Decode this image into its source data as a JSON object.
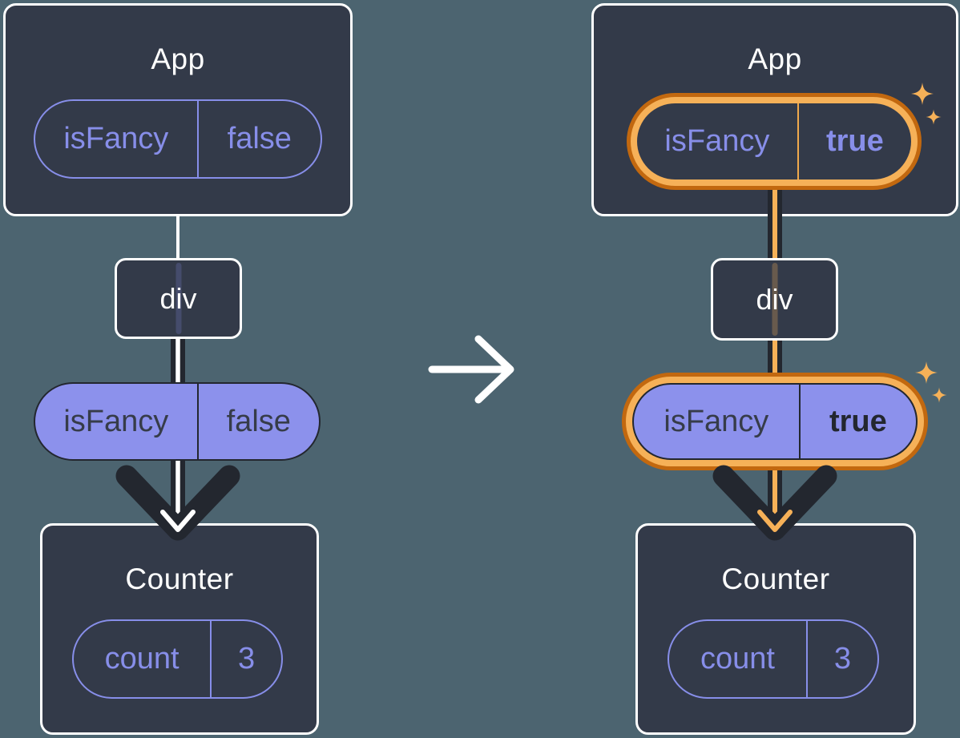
{
  "figure": {
    "name": "prop-passing-before-after-diagram",
    "transition_icon": "right-arrow"
  },
  "colors": {
    "background": "#4C6470",
    "card": "#333A49",
    "white": "#FFFFFF",
    "purple": "#878EE9",
    "pill_fill": "#8C91EC",
    "ink": "#23272F",
    "highlight_orange_dark": "#C2680F",
    "highlight_orange_light": "#F6B158",
    "sparkle": "#F6B158"
  },
  "panels": {
    "before": {
      "app": {
        "title": "App",
        "prop": {
          "label": "isFancy",
          "value": "false"
        }
      },
      "div": {
        "label": "div"
      },
      "passed_prop": {
        "label": "isFancy",
        "value": "false"
      },
      "counter": {
        "title": "Counter",
        "state": {
          "label": "count",
          "value": "3"
        }
      }
    },
    "after": {
      "app": {
        "title": "App",
        "prop": {
          "label": "isFancy",
          "value": "true"
        }
      },
      "div": {
        "label": "div"
      },
      "passed_prop": {
        "label": "isFancy",
        "value": "true"
      },
      "counter": {
        "title": "Counter",
        "state": {
          "label": "count",
          "value": "3"
        }
      }
    }
  }
}
